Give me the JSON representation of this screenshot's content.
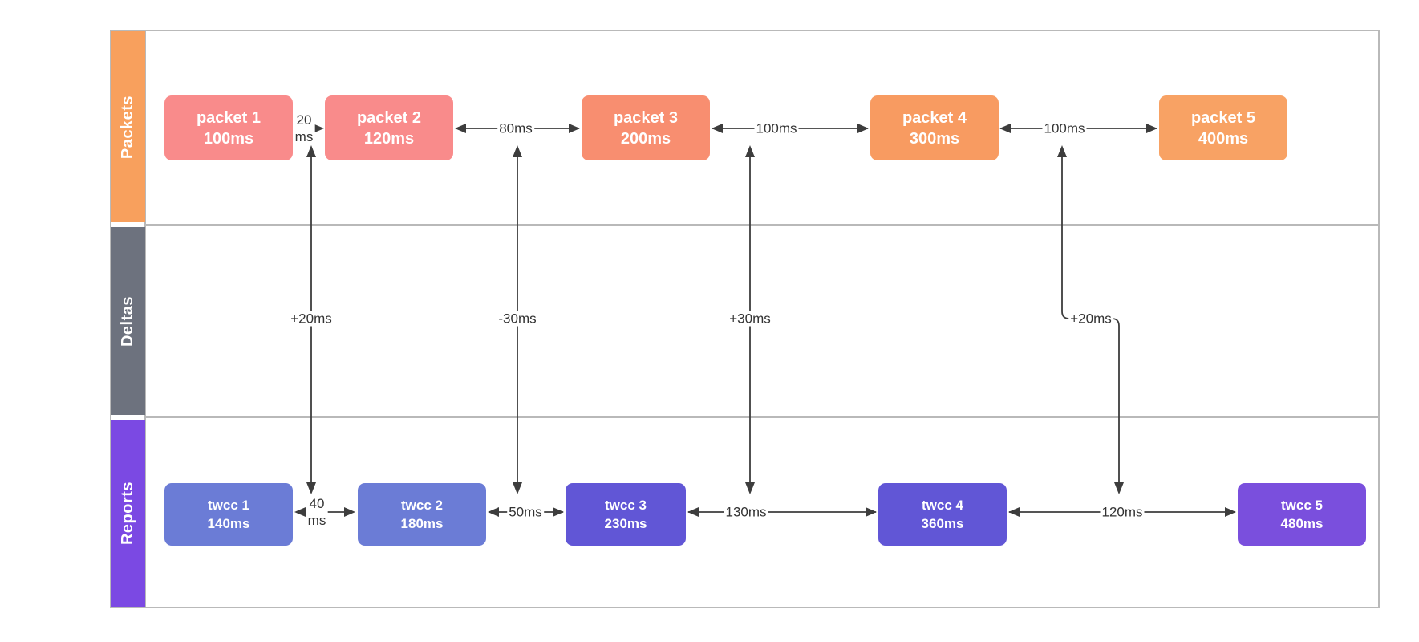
{
  "lanes": [
    {
      "label": "Packets",
      "color": "#f8a05d"
    },
    {
      "label": "Deltas",
      "color": "#6d727e"
    },
    {
      "label": "Reports",
      "color": "#7b49e3"
    }
  ],
  "packets": {
    "boxes": [
      {
        "name": "packet 1",
        "time": "100ms",
        "color": "#f98b8b"
      },
      {
        "name": "packet 2",
        "time": "120ms",
        "color": "#f98b8b"
      },
      {
        "name": "packet 3",
        "time": "200ms",
        "color": "#f88e70"
      },
      {
        "name": "packet 4",
        "time": "300ms",
        "color": "#f89b61"
      },
      {
        "name": "packet 5",
        "time": "400ms",
        "color": "#f8a264"
      }
    ],
    "gaps": [
      {
        "line1": "20",
        "line2": "ms"
      },
      {
        "text": "80ms"
      },
      {
        "text": "100ms"
      },
      {
        "text": "100ms"
      }
    ]
  },
  "deltas": {
    "labels": [
      "+20ms",
      "-30ms",
      "+30ms",
      "+20ms"
    ]
  },
  "reports": {
    "boxes": [
      {
        "name": "twcc 1",
        "time": "140ms",
        "color": "#6b7cd6"
      },
      {
        "name": "twcc 2",
        "time": "180ms",
        "color": "#6b7cd6"
      },
      {
        "name": "twcc 3",
        "time": "230ms",
        "color": "#6156d6"
      },
      {
        "name": "twcc 4",
        "time": "360ms",
        "color": "#6156d6"
      },
      {
        "name": "twcc 5",
        "time": "480ms",
        "color": "#7a4fdd"
      }
    ],
    "gaps": [
      {
        "line1": "40",
        "line2": "ms"
      },
      {
        "text": "50ms"
      },
      {
        "text": "130ms"
      },
      {
        "text": "120ms"
      }
    ]
  },
  "style": {
    "line_color": "#3d3d3d",
    "frame_color": "#b9b9b9",
    "background": "#ffffff"
  }
}
